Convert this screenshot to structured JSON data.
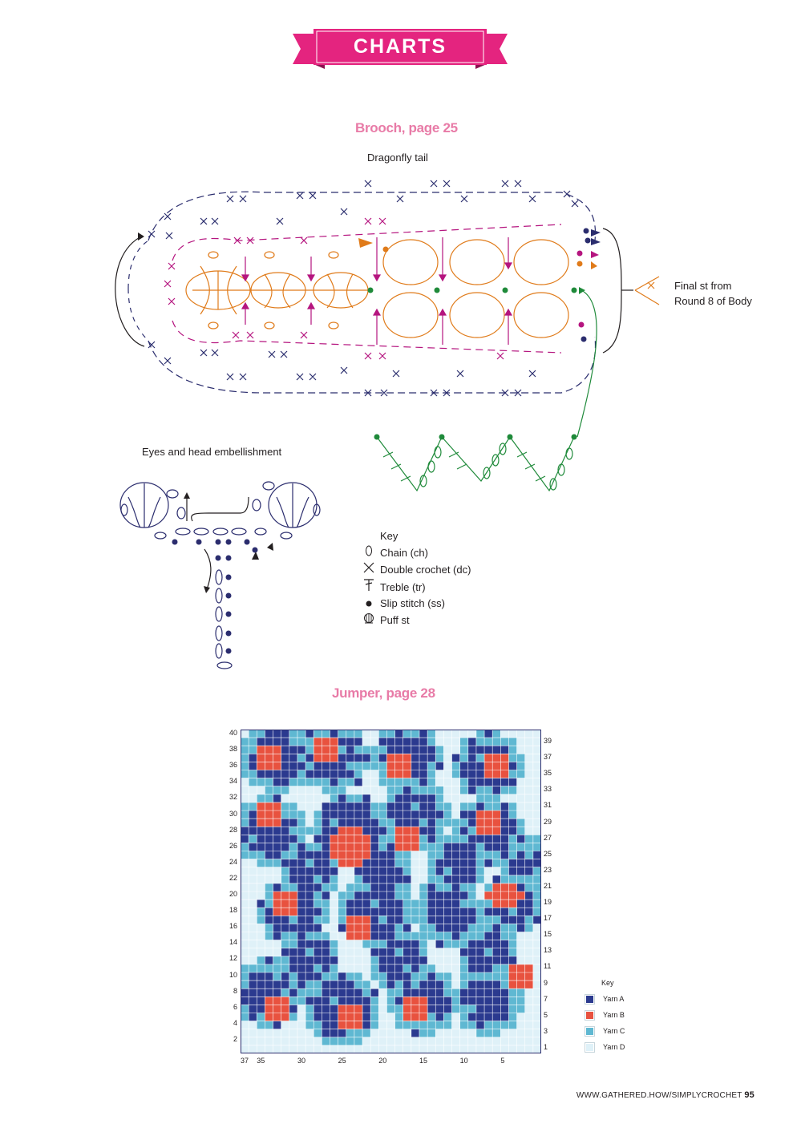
{
  "header": {
    "banner_label": "CHARTS",
    "banner_color": "#e4247f"
  },
  "brooch": {
    "title": "Brooch, page 25",
    "tail_label": "Dragonfly tail",
    "final_st_label_line1": "Final st from",
    "final_st_label_line2": "Round 8 of Body",
    "eyes_label": "Eyes and head embellishment",
    "key": {
      "title": "Key",
      "items": [
        {
          "icon": "chain-icon",
          "label": "Chain (ch)"
        },
        {
          "icon": "double-crochet-icon",
          "label": "Double crochet (dc)"
        },
        {
          "icon": "treble-icon",
          "label": "Treble (tr)"
        },
        {
          "icon": "slip-stitch-icon",
          "label": "Slip stitch (ss)"
        },
        {
          "icon": "puff-st-icon",
          "label": "Puff st"
        }
      ]
    },
    "colors": {
      "navy": "#2b2d6e",
      "magenta": "#b5157f",
      "orange": "#e07b1a",
      "green": "#1f8a3a"
    }
  },
  "jumper": {
    "title": "Jumper, page 28",
    "left_numbers": [
      "40",
      "38",
      "36",
      "34",
      "32",
      "30",
      "28",
      "26",
      "24",
      "22",
      "20",
      "18",
      "16",
      "14",
      "12",
      "10",
      "8",
      "6",
      "4",
      "2"
    ],
    "right_numbers": [
      "39",
      "37",
      "35",
      "33",
      "31",
      "29",
      "27",
      "25",
      "23",
      "21",
      "19",
      "17",
      "15",
      "13",
      "11",
      "9",
      "7",
      "5",
      "3",
      "1"
    ],
    "bottom_numbers": [
      "37",
      "35",
      "30",
      "25",
      "20",
      "15",
      "10",
      "5"
    ],
    "key": {
      "title": "Key",
      "items": [
        {
          "label": "Yarn A",
          "color": "#2b3a8f"
        },
        {
          "label": "Yarn B",
          "color": "#e8523f"
        },
        {
          "label": "Yarn C",
          "color": "#5fb8d2"
        },
        {
          "label": "Yarn D",
          "color": "#dff1f8"
        }
      ]
    }
  },
  "footer": {
    "url": "WWW.GATHERED.HOW/SIMPLYCROCHET",
    "page": "95"
  }
}
